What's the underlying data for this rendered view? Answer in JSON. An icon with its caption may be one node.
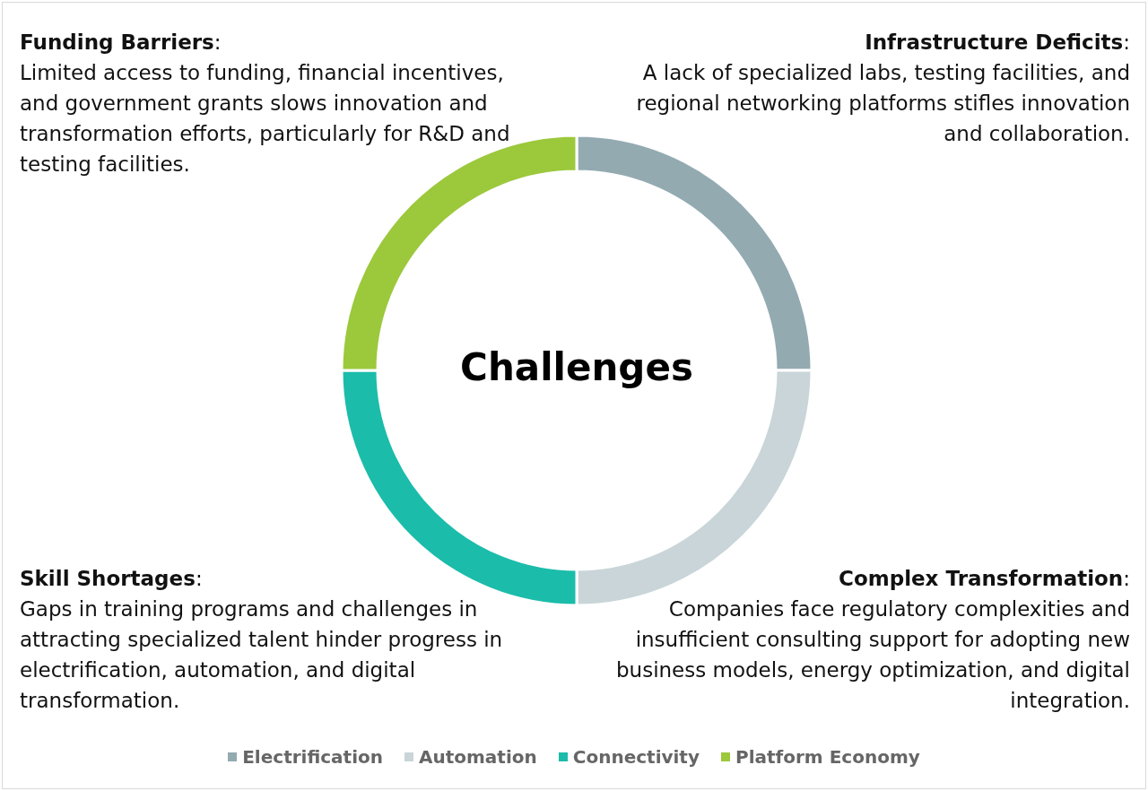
{
  "diagram": {
    "nodes": [
      {
        "text": [
          "Challenges"
        ]
      }
    ],
    "edges": [],
    "labels": [
      "**Funding Barriers**:",
      "Limited access to funding, financial incentives, and government grants slows innovation and transformation efforts, particularly for R&D and testing facilities.",
      "**Infrastructure Deficits**:",
      "A lack of specialized labs, testing facilities, and regional networking platforms stifles innovation and collaboration.",
      "**Skill Shortages**:",
      "Gaps in training programs and challenges in attracting specialized talent hinder progress in electrification, automation, and digital transformation.",
      "**Complex Transformation**:",
      "Companies face regulatory complexities and insufficient consulting support for adopting new business models, energy optimization, and digital integration."
    ],
    "legend": [
      {
        "text": "Electrification",
        "color": "#93aab1"
      },
      {
        "text": "Automation",
        "color": "#c9d5d8"
      },
      {
        "text": "Connectivity",
        "color": "#1bbcaa"
      },
      {
        "text": "Platform Economy",
        "color": "#9cc83c"
      }
    ]
  }
}
